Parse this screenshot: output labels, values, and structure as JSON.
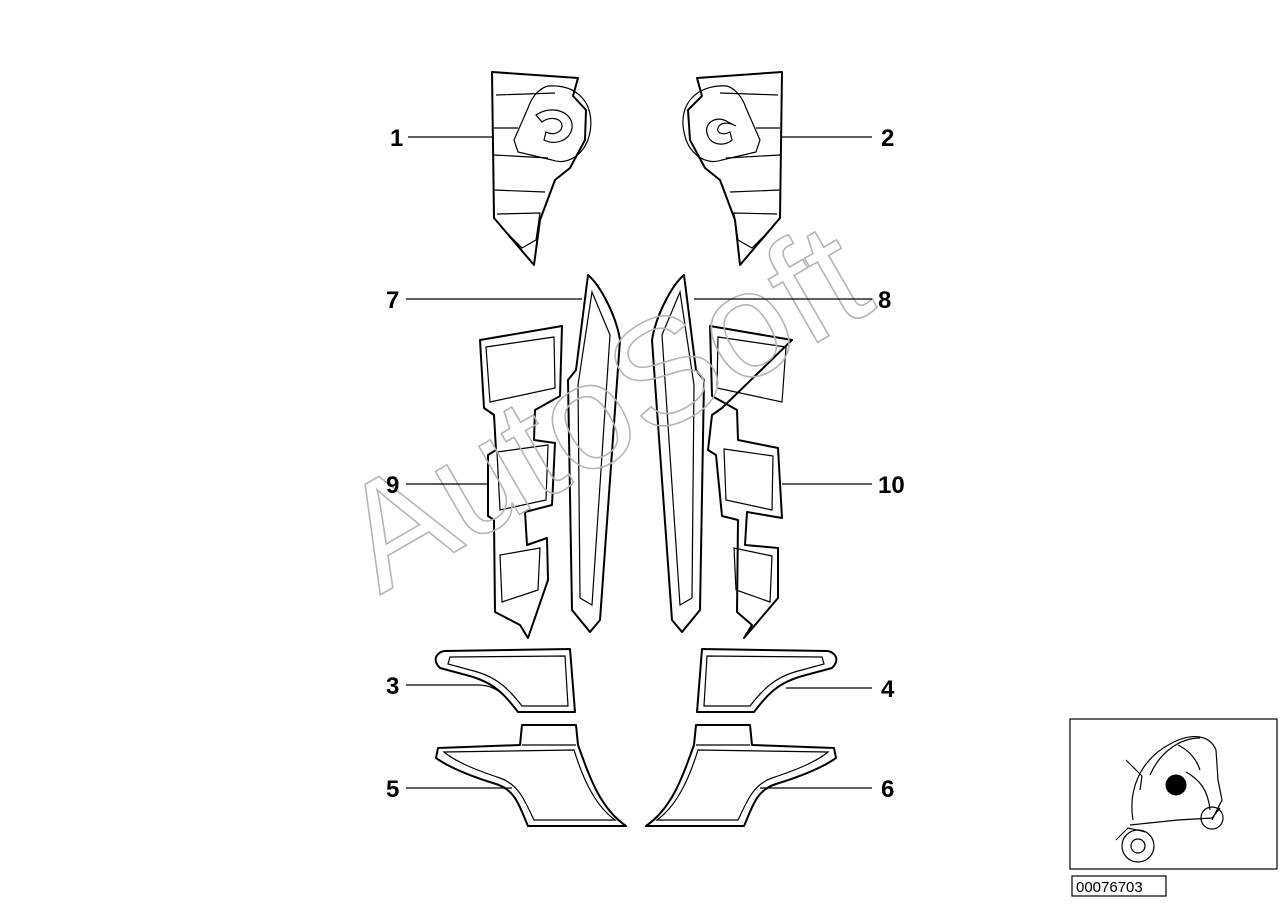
{
  "callouts": {
    "c1": "1",
    "c2": "2",
    "c3": "3",
    "c4": "4",
    "c5": "5",
    "c6": "6",
    "c7": "7",
    "c8": "8",
    "c9": "9",
    "c10": "10"
  },
  "watermark": "AutoSoft",
  "diagram_code": "00076703",
  "icons": {
    "thumbnail": "scooter-thumbnail-icon"
  },
  "colors": {
    "line": "#000000",
    "watermark": "#b5b5b5",
    "background": "#ffffff"
  }
}
